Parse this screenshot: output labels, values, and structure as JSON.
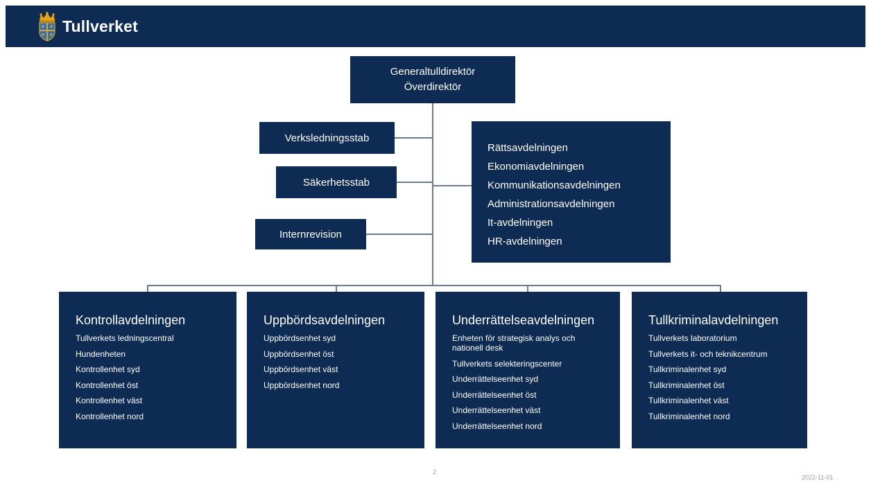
{
  "header": {
    "logo_text": "Tullverket"
  },
  "top_box": {
    "line1": "Generaltulldirektör",
    "line2": "Överdirektör"
  },
  "staffs": [
    "Verksledningsstab",
    "Säkerhetsstab",
    "Internrevision"
  ],
  "central_departments": [
    "Rättsavdelningen",
    "Ekonomiavdelningen",
    "Kommunikationsavdelningen",
    "Administrationsavdelningen",
    "It-avdelningen",
    "HR-avdelningen"
  ],
  "divisions": [
    {
      "title": "Kontrollavdelningen",
      "units": [
        "Tullverkets ledningscentral",
        "Hundenheten",
        "Kontrollenhet syd",
        "Kontrollenhet öst",
        "Kontrollenhet väst",
        "Kontrollenhet nord"
      ]
    },
    {
      "title": "Uppbördsavdelningen",
      "units": [
        "Uppbördsenhet syd",
        "Uppbördsenhet öst",
        "Uppbördsenhet väst",
        "Uppbördsenhet nord"
      ]
    },
    {
      "title": "Underrättelseavdelningen",
      "units": [
        "Enheten för strategisk analys och nationell desk",
        "Tullverkets selekteringscenter",
        "Underrättelseenhet syd",
        "Underrättelseenhet öst",
        "Underrättelseenhet väst",
        "Underrättelseenhet nord"
      ]
    },
    {
      "title": "Tullkriminalavdelningen",
      "units": [
        "Tullverkets laboratorium",
        "Tullverkets it- och teknikcentrum",
        "Tullkriminalenhet syd",
        "Tullkriminalenhet öst",
        "Tullkriminalenhet väst",
        "Tullkriminalenhet nord"
      ]
    }
  ],
  "footer": {
    "page_number": "2",
    "date": "2022-11-01"
  },
  "colors": {
    "box_fill": "#0e2b53",
    "connector": "#6b7b8f",
    "background": "#ffffff"
  }
}
